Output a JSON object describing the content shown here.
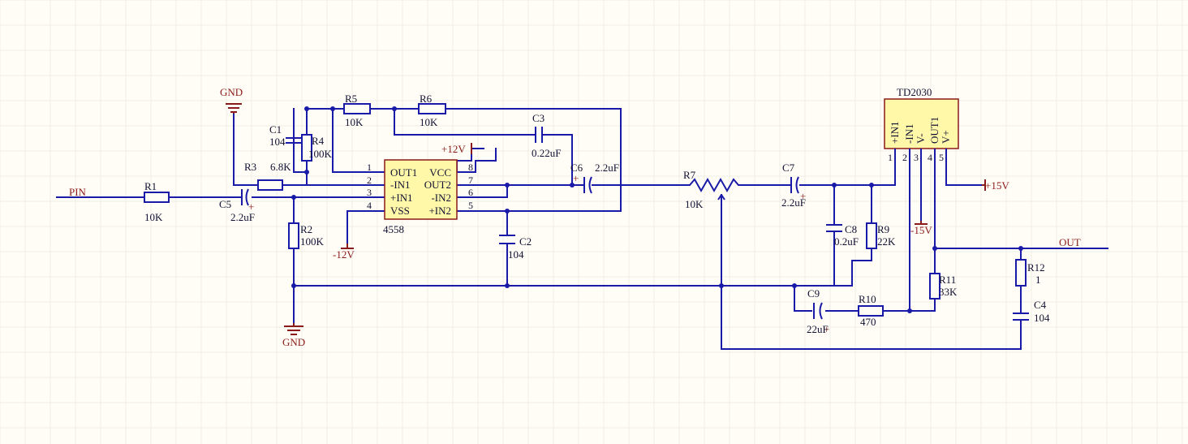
{
  "ports": {
    "input": "PIN",
    "output": "OUT"
  },
  "power": {
    "gnd_top": "GND",
    "gnd_bottom": "GND",
    "pos12": "+12V",
    "neg12": "-12V",
    "pos15": "+15V",
    "neg15": "-15V"
  },
  "components": {
    "R1": {
      "ref": "R1",
      "value": "10K"
    },
    "R2": {
      "ref": "R2",
      "value": "100K"
    },
    "R3": {
      "ref": "R3",
      "value": "6.8K"
    },
    "R4": {
      "ref": "R4",
      "value": "100K"
    },
    "R5": {
      "ref": "R5",
      "value": "10K"
    },
    "R6": {
      "ref": "R6",
      "value": "10K"
    },
    "R7": {
      "ref": "R7",
      "value": "10K"
    },
    "R9": {
      "ref": "R9",
      "value": "22K"
    },
    "R10": {
      "ref": "R10",
      "value": "470"
    },
    "R11": {
      "ref": "R11",
      "value": "33K"
    },
    "R12": {
      "ref": "R12",
      "value": "1"
    },
    "C1": {
      "ref": "C1",
      "value": "104"
    },
    "C2": {
      "ref": "C2",
      "value": "104"
    },
    "C3": {
      "ref": "C3",
      "value": "0.22uF"
    },
    "C4": {
      "ref": "C4",
      "value": "104"
    },
    "C5": {
      "ref": "C5",
      "value": "2.2uF"
    },
    "C6": {
      "ref": "C6",
      "value": "2.2uF"
    },
    "C7": {
      "ref": "C7",
      "value": "2.2uF"
    },
    "C8": {
      "ref": "C8",
      "value": "0.2uF"
    },
    "C9": {
      "ref": "C9",
      "value": "22uF"
    }
  },
  "u1": {
    "part": "4558",
    "left_pins": [
      {
        "num": "1",
        "name": "OUT1"
      },
      {
        "num": "2",
        "name": "-IN1"
      },
      {
        "num": "3",
        "name": "+IN1"
      },
      {
        "num": "4",
        "name": "VSS"
      }
    ],
    "right_pins": [
      {
        "num": "8",
        "name": "VCC"
      },
      {
        "num": "7",
        "name": "OUT2"
      },
      {
        "num": "6",
        "name": "-IN2"
      },
      {
        "num": "5",
        "name": "+IN2"
      }
    ]
  },
  "u2": {
    "part": "TD2030",
    "pins": [
      {
        "num": "1",
        "name": "+IN1"
      },
      {
        "num": "2",
        "name": "-IN1"
      },
      {
        "num": "3",
        "name": "V-"
      },
      {
        "num": "4",
        "name": "OUT1"
      },
      {
        "num": "5",
        "name": "V+"
      }
    ]
  },
  "polarity_mark": "+"
}
